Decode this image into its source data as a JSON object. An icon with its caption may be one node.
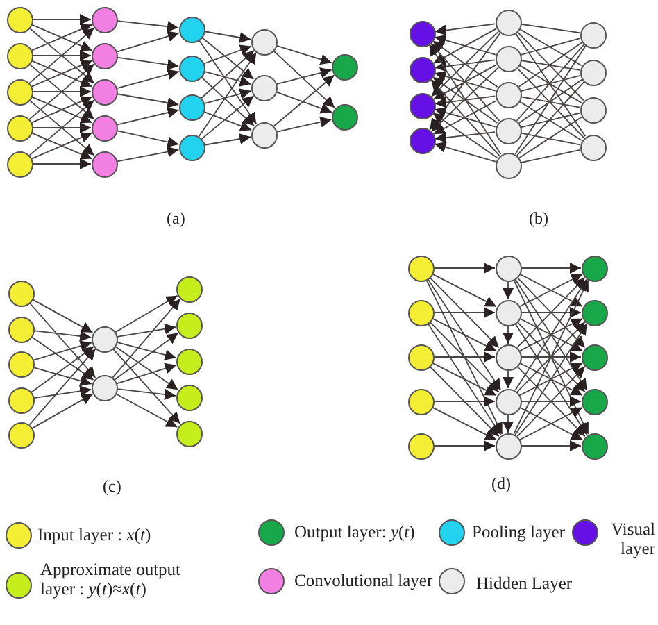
{
  "diagram": {
    "nodes": [
      {
        "text": [],
        "shape": "circle"
      },
      {
        "text": [],
        "shape": "circle"
      },
      {
        "text": [],
        "shape": "circle"
      },
      {
        "text": [],
        "shape": "circle"
      },
      {
        "text": [],
        "shape": "circle"
      },
      {
        "text": [],
        "shape": "circle"
      },
      {
        "text": [],
        "shape": "circle"
      },
      {
        "text": [],
        "shape": "circle"
      },
      {
        "text": [],
        "shape": "circle"
      },
      {
        "text": [],
        "shape": "circle"
      },
      {
        "text": [],
        "shape": "circle"
      },
      {
        "text": [],
        "shape": "circle"
      },
      {
        "text": [],
        "shape": "circle"
      },
      {
        "text": [],
        "shape": "circle"
      },
      {
        "text": [],
        "shape": "circle"
      },
      {
        "text": [],
        "shape": "circle"
      },
      {
        "text": [],
        "shape": "circle"
      },
      {
        "text": [],
        "shape": "circle"
      },
      {
        "text": [],
        "shape": "circle"
      },
      {
        "text": [],
        "shape": "circle"
      },
      {
        "text": [],
        "shape": "circle"
      },
      {
        "text": [],
        "shape": "circle"
      },
      {
        "text": [],
        "shape": "circle"
      },
      {
        "text": [],
        "shape": "circle"
      },
      {
        "text": [],
        "shape": "circle"
      },
      {
        "text": [],
        "shape": "circle"
      },
      {
        "text": [],
        "shape": "circle"
      },
      {
        "text": [],
        "shape": "circle"
      },
      {
        "text": [],
        "shape": "circle"
      },
      {
        "text": [],
        "shape": "circle"
      },
      {
        "text": [],
        "shape": "circle"
      },
      {
        "text": [],
        "shape": "circle"
      },
      {
        "text": [],
        "shape": "circle"
      },
      {
        "text": [],
        "shape": "circle"
      },
      {
        "text": [],
        "shape": "circle"
      },
      {
        "text": [],
        "shape": "circle"
      },
      {
        "text": [],
        "shape": "circle"
      },
      {
        "text": [],
        "shape": "circle"
      },
      {
        "text": [],
        "shape": "circle"
      },
      {
        "text": [],
        "shape": "circle"
      },
      {
        "text": [],
        "shape": "circle"
      },
      {
        "text": [],
        "shape": "circle"
      },
      {
        "text": [],
        "shape": "circle"
      },
      {
        "text": [],
        "shape": "circle"
      },
      {
        "text": [],
        "shape": "circle"
      },
      {
        "text": [],
        "shape": "circle"
      },
      {
        "text": [],
        "shape": "circle"
      },
      {
        "text": [],
        "shape": "circle"
      },
      {
        "text": [],
        "shape": "circle"
      },
      {
        "text": [],
        "shape": "circle"
      },
      {
        "text": [],
        "shape": "circle"
      },
      {
        "text": [],
        "shape": "circle"
      },
      {
        "text": [],
        "shape": "circle"
      },
      {
        "text": [],
        "shape": "circle"
      },
      {
        "text": [],
        "shape": "circle"
      },
      {
        "text": [],
        "shape": "circle"
      },
      {
        "text": [],
        "shape": "circle"
      },
      {
        "text": [],
        "shape": "circle"
      },
      {
        "text": [],
        "shape": "circle"
      }
    ],
    "edges": [
      {
        "from": 0,
        "to": 5,
        "arrow": "to"
      },
      {
        "from": 0,
        "to": 6,
        "arrow": "to"
      },
      {
        "from": 0,
        "to": 7,
        "arrow": "to"
      },
      {
        "from": 1,
        "to": 5,
        "arrow": "to"
      },
      {
        "from": 1,
        "to": 6,
        "arrow": "to"
      },
      {
        "from": 1,
        "to": 7,
        "arrow": "to"
      },
      {
        "from": 1,
        "to": 8,
        "arrow": "to"
      },
      {
        "from": 2,
        "to": 5,
        "arrow": "to"
      },
      {
        "from": 2,
        "to": 6,
        "arrow": "to"
      },
      {
        "from": 2,
        "to": 7,
        "arrow": "to"
      },
      {
        "from": 2,
        "to": 8,
        "arrow": "to"
      },
      {
        "from": 2,
        "to": 9,
        "arrow": "to"
      },
      {
        "from": 3,
        "to": 6,
        "arrow": "to"
      },
      {
        "from": 3,
        "to": 7,
        "arrow": "to"
      },
      {
        "from": 3,
        "to": 8,
        "arrow": "to"
      },
      {
        "from": 3,
        "to": 9,
        "arrow": "to"
      },
      {
        "from": 4,
        "to": 7,
        "arrow": "to"
      },
      {
        "from": 4,
        "to": 8,
        "arrow": "to"
      },
      {
        "from": 4,
        "to": 9,
        "arrow": "to"
      },
      {
        "from": 5,
        "to": 10,
        "arrow": "to"
      },
      {
        "from": 6,
        "to": 10,
        "arrow": "to"
      },
      {
        "from": 6,
        "to": 11,
        "arrow": "to"
      },
      {
        "from": 7,
        "to": 11,
        "arrow": "to"
      },
      {
        "from": 7,
        "to": 12,
        "arrow": "to"
      },
      {
        "from": 8,
        "to": 12,
        "arrow": "to"
      },
      {
        "from": 8,
        "to": 13,
        "arrow": "to"
      },
      {
        "from": 9,
        "to": 13,
        "arrow": "to"
      },
      {
        "from": 10,
        "to": 14,
        "arrow": "to"
      },
      {
        "from": 10,
        "to": 15,
        "arrow": "to"
      },
      {
        "from": 10,
        "to": 16,
        "arrow": "to"
      },
      {
        "from": 11,
        "to": 14,
        "arrow": "to"
      },
      {
        "from": 11,
        "to": 15,
        "arrow": "to"
      },
      {
        "from": 11,
        "to": 16,
        "arrow": "to"
      },
      {
        "from": 12,
        "to": 14,
        "arrow": "to"
      },
      {
        "from": 12,
        "to": 15,
        "arrow": "to"
      },
      {
        "from": 12,
        "to": 16,
        "arrow": "to"
      },
      {
        "from": 13,
        "to": 14,
        "arrow": "to"
      },
      {
        "from": 13,
        "to": 15,
        "arrow": "to"
      },
      {
        "from": 13,
        "to": 16,
        "arrow": "to"
      },
      {
        "from": 14,
        "to": 17,
        "arrow": "to"
      },
      {
        "from": 14,
        "to": 18,
        "arrow": "to"
      },
      {
        "from": 15,
        "to": 17,
        "arrow": "to"
      },
      {
        "from": 15,
        "to": 18,
        "arrow": "to"
      },
      {
        "from": 16,
        "to": 17,
        "arrow": "to"
      },
      {
        "from": 16,
        "to": 18,
        "arrow": "to"
      },
      {
        "from": 23,
        "to": 19,
        "arrow": "to"
      },
      {
        "from": 23,
        "to": 20,
        "arrow": "to"
      },
      {
        "from": 23,
        "to": 21,
        "arrow": "to"
      },
      {
        "from": 23,
        "to": 22,
        "arrow": "to"
      },
      {
        "from": 24,
        "to": 19,
        "arrow": "to"
      },
      {
        "from": 24,
        "to": 20,
        "arrow": "to"
      },
      {
        "from": 24,
        "to": 21,
        "arrow": "to"
      },
      {
        "from": 24,
        "to": 22,
        "arrow": "to"
      },
      {
        "from": 25,
        "to": 19,
        "arrow": "to"
      },
      {
        "from": 25,
        "to": 20,
        "arrow": "to"
      },
      {
        "from": 25,
        "to": 21,
        "arrow": "to"
      },
      {
        "from": 25,
        "to": 22,
        "arrow": "to"
      },
      {
        "from": 26,
        "to": 19,
        "arrow": "to"
      },
      {
        "from": 26,
        "to": 20,
        "arrow": "to"
      },
      {
        "from": 26,
        "to": 21,
        "arrow": "to"
      },
      {
        "from": 26,
        "to": 22,
        "arrow": "to"
      },
      {
        "from": 27,
        "to": 19,
        "arrow": "to"
      },
      {
        "from": 27,
        "to": 20,
        "arrow": "to"
      },
      {
        "from": 27,
        "to": 21,
        "arrow": "to"
      },
      {
        "from": 27,
        "to": 22,
        "arrow": "to"
      },
      {
        "from": 23,
        "to": 28,
        "arrow": "none"
      },
      {
        "from": 23,
        "to": 29,
        "arrow": "none"
      },
      {
        "from": 23,
        "to": 30,
        "arrow": "none"
      },
      {
        "from": 23,
        "to": 31,
        "arrow": "none"
      },
      {
        "from": 24,
        "to": 28,
        "arrow": "none"
      },
      {
        "from": 24,
        "to": 29,
        "arrow": "none"
      },
      {
        "from": 24,
        "to": 30,
        "arrow": "none"
      },
      {
        "from": 24,
        "to": 31,
        "arrow": "none"
      },
      {
        "from": 25,
        "to": 28,
        "arrow": "none"
      },
      {
        "from": 25,
        "to": 29,
        "arrow": "none"
      },
      {
        "from": 25,
        "to": 30,
        "arrow": "none"
      },
      {
        "from": 25,
        "to": 31,
        "arrow": "none"
      },
      {
        "from": 26,
        "to": 28,
        "arrow": "none"
      },
      {
        "from": 26,
        "to": 29,
        "arrow": "none"
      },
      {
        "from": 26,
        "to": 30,
        "arrow": "none"
      },
      {
        "from": 26,
        "to": 31,
        "arrow": "none"
      },
      {
        "from": 27,
        "to": 28,
        "arrow": "none"
      },
      {
        "from": 27,
        "to": 29,
        "arrow": "none"
      },
      {
        "from": 27,
        "to": 30,
        "arrow": "none"
      },
      {
        "from": 27,
        "to": 31,
        "arrow": "none"
      },
      {
        "from": 32,
        "to": 37,
        "arrow": "to"
      },
      {
        "from": 32,
        "to": 38,
        "arrow": "to"
      },
      {
        "from": 33,
        "to": 37,
        "arrow": "to"
      },
      {
        "from": 33,
        "to": 38,
        "arrow": "to"
      },
      {
        "from": 34,
        "to": 37,
        "arrow": "to"
      },
      {
        "from": 34,
        "to": 38,
        "arrow": "to"
      },
      {
        "from": 35,
        "to": 37,
        "arrow": "to"
      },
      {
        "from": 35,
        "to": 38,
        "arrow": "to"
      },
      {
        "from": 36,
        "to": 37,
        "arrow": "to"
      },
      {
        "from": 36,
        "to": 38,
        "arrow": "to"
      },
      {
        "from": 37,
        "to": 39,
        "arrow": "to"
      },
      {
        "from": 37,
        "to": 40,
        "arrow": "to"
      },
      {
        "from": 37,
        "to": 41,
        "arrow": "to"
      },
      {
        "from": 37,
        "to": 42,
        "arrow": "to"
      },
      {
        "from": 37,
        "to": 43,
        "arrow": "to"
      },
      {
        "from": 38,
        "to": 39,
        "arrow": "to"
      },
      {
        "from": 38,
        "to": 40,
        "arrow": "to"
      },
      {
        "from": 38,
        "to": 41,
        "arrow": "to"
      },
      {
        "from": 38,
        "to": 42,
        "arrow": "to"
      },
      {
        "from": 38,
        "to": 43,
        "arrow": "to"
      },
      {
        "from": 44,
        "to": 49,
        "arrow": "to"
      },
      {
        "from": 44,
        "to": 50,
        "arrow": "to"
      },
      {
        "from": 44,
        "to": 51,
        "arrow": "to"
      },
      {
        "from": 44,
        "to": 52,
        "arrow": "to"
      },
      {
        "from": 44,
        "to": 53,
        "arrow": "to"
      },
      {
        "from": 45,
        "to": 50,
        "arrow": "to"
      },
      {
        "from": 45,
        "to": 51,
        "arrow": "to"
      },
      {
        "from": 45,
        "to": 52,
        "arrow": "to"
      },
      {
        "from": 45,
        "to": 53,
        "arrow": "to"
      },
      {
        "from": 46,
        "to": 51,
        "arrow": "to"
      },
      {
        "from": 46,
        "to": 52,
        "arrow": "to"
      },
      {
        "from": 46,
        "to": 53,
        "arrow": "to"
      },
      {
        "from": 47,
        "to": 52,
        "arrow": "to"
      },
      {
        "from": 47,
        "to": 53,
        "arrow": "to"
      },
      {
        "from": 48,
        "to": 53,
        "arrow": "to"
      },
      {
        "from": 49,
        "to": 50,
        "arrow": "to"
      },
      {
        "from": 50,
        "to": 51,
        "arrow": "to"
      },
      {
        "from": 51,
        "to": 52,
        "arrow": "to"
      },
      {
        "from": 52,
        "to": 53,
        "arrow": "to"
      },
      {
        "from": 49,
        "to": 54,
        "arrow": "to"
      },
      {
        "from": 49,
        "to": 55,
        "arrow": "to"
      },
      {
        "from": 49,
        "to": 56,
        "arrow": "to"
      },
      {
        "from": 49,
        "to": 57,
        "arrow": "to"
      },
      {
        "from": 49,
        "to": 58,
        "arrow": "to"
      },
      {
        "from": 50,
        "to": 54,
        "arrow": "to"
      },
      {
        "from": 50,
        "to": 55,
        "arrow": "to"
      },
      {
        "from": 50,
        "to": 56,
        "arrow": "to"
      },
      {
        "from": 50,
        "to": 57,
        "arrow": "to"
      },
      {
        "from": 50,
        "to": 58,
        "arrow": "to"
      },
      {
        "from": 51,
        "to": 54,
        "arrow": "to"
      },
      {
        "from": 51,
        "to": 55,
        "arrow": "to"
      },
      {
        "from": 51,
        "to": 56,
        "arrow": "to"
      },
      {
        "from": 51,
        "to": 57,
        "arrow": "to"
      },
      {
        "from": 51,
        "to": 58,
        "arrow": "to"
      },
      {
        "from": 52,
        "to": 54,
        "arrow": "to"
      },
      {
        "from": 52,
        "to": 55,
        "arrow": "to"
      },
      {
        "from": 52,
        "to": 56,
        "arrow": "to"
      },
      {
        "from": 52,
        "to": 57,
        "arrow": "to"
      },
      {
        "from": 52,
        "to": 58,
        "arrow": "to"
      },
      {
        "from": 53,
        "to": 54,
        "arrow": "to"
      },
      {
        "from": 53,
        "to": 55,
        "arrow": "to"
      },
      {
        "from": 53,
        "to": 56,
        "arrow": "to"
      },
      {
        "from": 53,
        "to": 57,
        "arrow": "to"
      },
      {
        "from": 53,
        "to": 58,
        "arrow": "to"
      }
    ],
    "labels": [
      "(a)",
      "(b)",
      "(c)",
      "(d)"
    ],
    "legend": [
      {
        "text": "Input layer : *x*(*t*)",
        "color": "#f4ef35"
      },
      {
        "text": "Output layer: *y*(*t*)",
        "color": "#18a84a"
      },
      {
        "text": "Pooling layer",
        "color": "#22d3f0"
      },
      {
        "text": "Visual layer",
        "color": "#6511e6"
      },
      {
        "text": "Approximate output layer : *y*(*t*)≈*x*(*t*)",
        "color": "#c6ee1c"
      },
      {
        "text": "Convolutional layer",
        "color": "#f27fe2"
      },
      {
        "text": "Hidden Layer",
        "color": "#ececec"
      }
    ]
  }
}
